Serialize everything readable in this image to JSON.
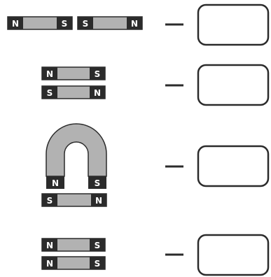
{
  "rows": [
    {
      "magnets": [
        {
          "left": "N",
          "right": "S"
        },
        {
          "left": "S",
          "right": "N"
        }
      ],
      "answer": ""
    },
    {
      "magnets": [
        {
          "left": "N",
          "right": "S"
        },
        {
          "left": "S",
          "right": "N"
        }
      ],
      "answer": ""
    },
    {
      "horseshoe": {
        "left": "N",
        "right": "S"
      },
      "magnets": [
        {
          "left": "S",
          "right": "N"
        }
      ],
      "answer": ""
    },
    {
      "magnets": [
        {
          "left": "N",
          "right": "S"
        },
        {
          "left": "N",
          "right": "S"
        }
      ],
      "answer": ""
    }
  ],
  "colors": {
    "pole_fill": "#2b2b2b",
    "bar_fill": "#b2b2b2",
    "outline": "#2b2b2b"
  }
}
